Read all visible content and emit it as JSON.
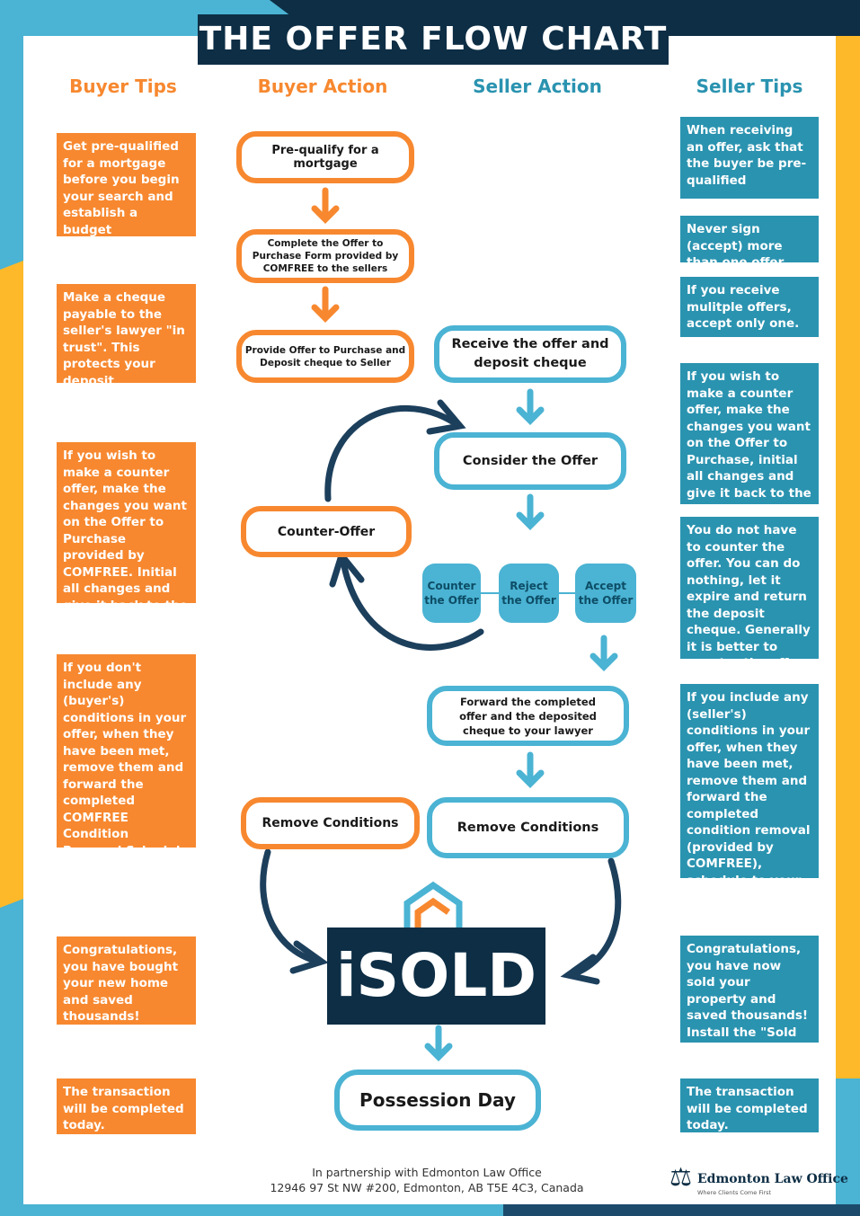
{
  "title": "THE OFFER FLOW CHART",
  "headers": {
    "buyer_tips": "Buyer Tips",
    "buyer_action": "Buyer Action",
    "seller_action": "Seller Action",
    "seller_tips": "Seller Tips"
  },
  "buyer_tips": [
    "Get pre-qualified for a mortgage before you begin your search and establish a budget",
    "Make a cheque payable to the seller's lawyer \"in trust\". This protects your deposit",
    "If you wish to make a counter offer, make the changes you want on the Offer to Purchase provided by COMFREE. Initial all changes and give it back to the seller",
    "If you don't include any (buyer's) conditions in your offer, when they have been met, remove them and forward the completed COMFREE Condition Removal Schedule to your Lawyer",
    "Congratulations, you have bought your new home and saved thousands!",
    "The transaction will be completed today."
  ],
  "buyer_actions": {
    "prequalify": "Pre-qualify for a mortgage",
    "complete": "Complete the Offer to Purchase Form provided by COMFREE to the sellers",
    "provide": "Provide Offer to Purchase and Deposit cheque to Seller",
    "counter": "Counter-Offer",
    "remove": "Remove Conditions"
  },
  "seller_actions": {
    "receive": "Receive the offer and deposit cheque",
    "consider": "Consider the Offer",
    "options": [
      "Counter the Offer",
      "Reject the Offer",
      "Accept the Offer"
    ],
    "forward": "Forward the completed offer and the deposited cheque to your lawyer",
    "remove": "Remove Conditions"
  },
  "center": {
    "brand": "iSOLD",
    "possession": "Possession Day"
  },
  "seller_tips": [
    "When receiving an offer, ask that the buyer be pre-qualified",
    "Never sign (accept) more than one offer.",
    "If you receive mulitple offers, accept only one.",
    "If you wish to make a counter offer, make the changes you want on the Offer to Purchase, initial all changes and give it back to the buyer.",
    "You do not have to counter the offer. You can do nothing, let it expire and return the deposit cheque. Generally it is better to counter the offer.",
    "If you include any (seller's) conditions in your offer, when they have been met, remove them and forward the completed condition removal (provided by COMFREE), schedule to your lawyer.",
    "Congratulations, you have now sold your property and saved thousands! Install the \"Sold Sign\"",
    "The transaction will be completed today."
  ],
  "footer": {
    "line1": "In partnership with Edmonton Law Office",
    "line2": "12946 97 St NW #200, Edmonton, AB T5E 4C3, Canada",
    "logo_name": "Edmonton Law Office",
    "logo_tagline": "Where Clients Come First"
  },
  "colors": {
    "orange": "#f7882f",
    "teal": "#2a93b0",
    "light_teal": "#4bb3d3",
    "navy": "#0d2e45",
    "yellow": "#fdb92a"
  }
}
